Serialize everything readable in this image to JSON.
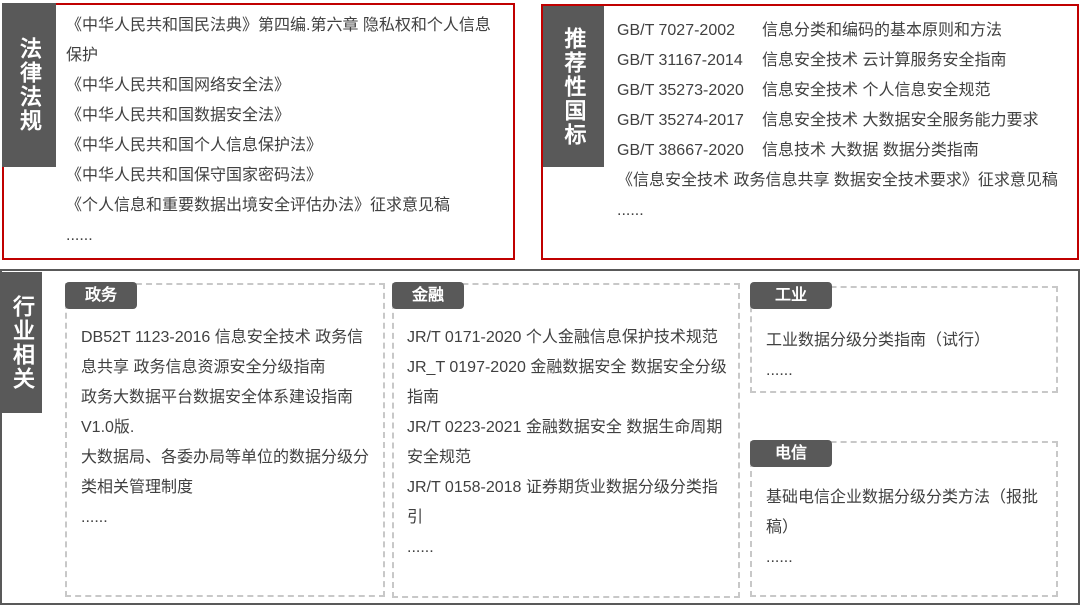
{
  "laws": {
    "label": "法律法规",
    "items": [
      "《中华人民共和国民法典》第四编.第六章 隐私权和个人信息保护",
      "《中华人民共和国网络安全法》",
      "《中华人民共和国数据安全法》",
      "《中华人民共和国个人信息保护法》",
      "《中华人民共和国保守国家密码法》",
      "《个人信息和重要数据出境安全评估办法》征求意见稿",
      "......"
    ]
  },
  "national_standards": {
    "label": "推荐性国标",
    "items": [
      {
        "code": "GB/T 7027-2002",
        "title": "信息分类和编码的基本原则和方法"
      },
      {
        "code": "GB/T 31167-2014",
        "title": "信息安全技术 云计算服务安全指南"
      },
      {
        "code": "GB/T 35273-2020",
        "title": "信息安全技术 个人信息安全规范"
      },
      {
        "code": "GB/T 35274-2017",
        "title": "信息安全技术 大数据安全服务能力要求"
      },
      {
        "code": "GB/T 38667-2020",
        "title": "信息技术  大数据 数据分类指南"
      }
    ],
    "extra": [
      "《信息安全技术 政务信息共享  数据安全技术要求》征求意见稿",
      "......"
    ]
  },
  "industry": {
    "label": "行业相关",
    "sections": [
      {
        "tag": "政务",
        "items": [
          "DB52T 1123-2016  信息安全技术 政务信息共享 政务信息资源安全分级指南",
          "政务大数据平台数据安全体系建设指南V1.0版.",
          "大数据局、各委办局等单位的数据分级分类相关管理制度",
          "......"
        ]
      },
      {
        "tag": "金融",
        "items": [
          "JR/T 0171-2020   个人金融信息保护技术规范",
          "JR_T 0197-2020  金融数据安全 数据安全分级指南",
          "JR/T 0223-2021   金融数据安全 数据生命周期安全规范",
          "JR/T 0158-2018   证券期货业数据分级分类指引",
          "......"
        ]
      },
      {
        "tag": "工业",
        "items": [
          "工业数据分级分类指南（试行）",
          "......"
        ]
      },
      {
        "tag": "电信",
        "items": [
          "基础电信企业数据分级分类方法（报批稿）",
          "......"
        ]
      }
    ]
  }
}
